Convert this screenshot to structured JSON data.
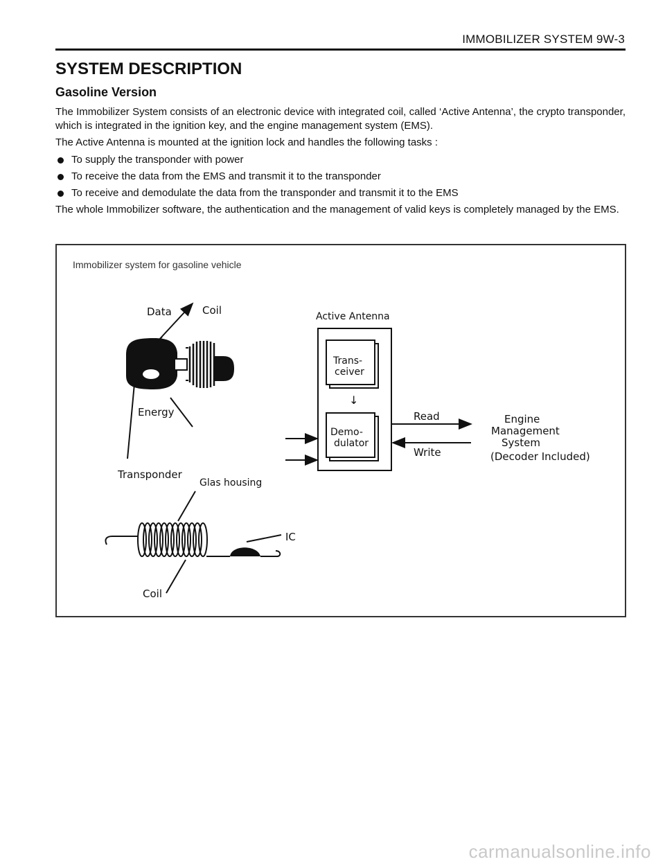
{
  "header": {
    "title": "IMMOBILIZER SYSTEM  9W-3"
  },
  "section": {
    "title": "SYSTEM DESCRIPTION",
    "subtitle": "Gasoline Version"
  },
  "paragraphs": {
    "p1": "The Immobilizer System consists of an electronic device with integrated coil, called ‘Active Antenna’, the crypto transponder, which is integrated in the ignition key, and the engine management system (EMS).",
    "p2": "The Active Antenna is mounted at the ignition lock and handles the following tasks :",
    "p3": "The whole Immobilizer software, the authentication and the management of valid keys is completely managed by the EMS."
  },
  "bullets": [
    "To supply the transponder with power",
    "To receive the data from the EMS and transmit it to the transponder",
    "To receive and demodulate the data from the transponder and transmit it to the EMS"
  ],
  "figure": {
    "caption": "Immobilizer system for gasoline vehicle",
    "labels": {
      "data": "Data",
      "coil_top": "Coil",
      "energy": "Energy",
      "transponder": "Transponder",
      "active_antenna": "Active Antenna",
      "transceiver_1": "Trans-",
      "transceiver_2": "ceiver",
      "demodulator_1": "Demo-",
      "demodulator_2": "dulator",
      "read": "Read",
      "write": "Write",
      "ems_1": "Engine",
      "ems_2": "Management",
      "ems_3": "System",
      "ems_4": "(Decoder Included)",
      "glas_housing": "Glas housing",
      "ic": "IC",
      "coil_bottom": "Coil"
    }
  },
  "watermark": "carmanualsonline.info"
}
